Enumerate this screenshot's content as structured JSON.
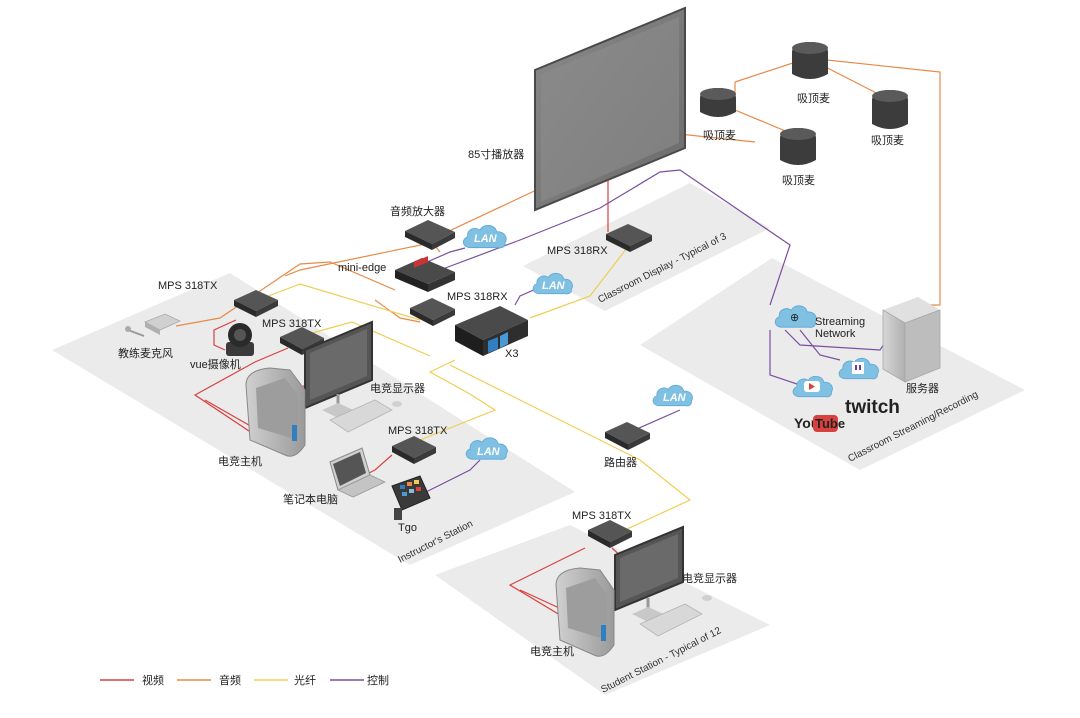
{
  "colors": {
    "video": "#d9413f",
    "audio": "#e88a48",
    "fiber": "#efce53",
    "control": "#7a4fa0",
    "zone": "#ebebeb",
    "cloud": "#7fc0e3",
    "device": "#3a3a3a"
  },
  "labels": {
    "player": "85寸播放器",
    "mic1": "吸顶麦",
    "mic2": "吸顶麦",
    "mic3": "吸顶麦",
    "mic4": "吸顶麦",
    "amp": "音频放大器",
    "mini_edge": "mini-edge",
    "rx_top": "MPS 318RX",
    "rx_mid": "MPS 318RX",
    "tx_mic": "MPS 318TX",
    "tx_cam": "MPS 318TX",
    "tx_laptop": "MPS 318TX",
    "tx_student": "MPS 318TX",
    "x3": "X3",
    "coach_mic": "教练麦克风",
    "camera": "vue摄像机",
    "monitor1": "电竞显示器",
    "monitor2": "电竞显示器",
    "pc1": "电竞主机",
    "pc2": "电竞主机",
    "laptop": "笔记本电脑",
    "tgo": "Tgo",
    "router": "路由器",
    "server": "服务器",
    "streaming_network": "Streaming\nNetwork",
    "streaming_line1": "Streaming",
    "streaming_line2": "Network",
    "youtube_you": "You",
    "youtube_tube": "Tube",
    "twitch": "twitch"
  },
  "lan": {
    "label": "LAN"
  },
  "zones": {
    "classroom_display": "Classroom Display - Typical of 3",
    "streaming": "Classroom Streaming/Recording",
    "instructor": "Instructor's Station",
    "student": "Student Station - Typical of 12"
  },
  "legend": {
    "video": "视频",
    "audio": "音频",
    "fiber": "光纤",
    "control": "控制"
  }
}
